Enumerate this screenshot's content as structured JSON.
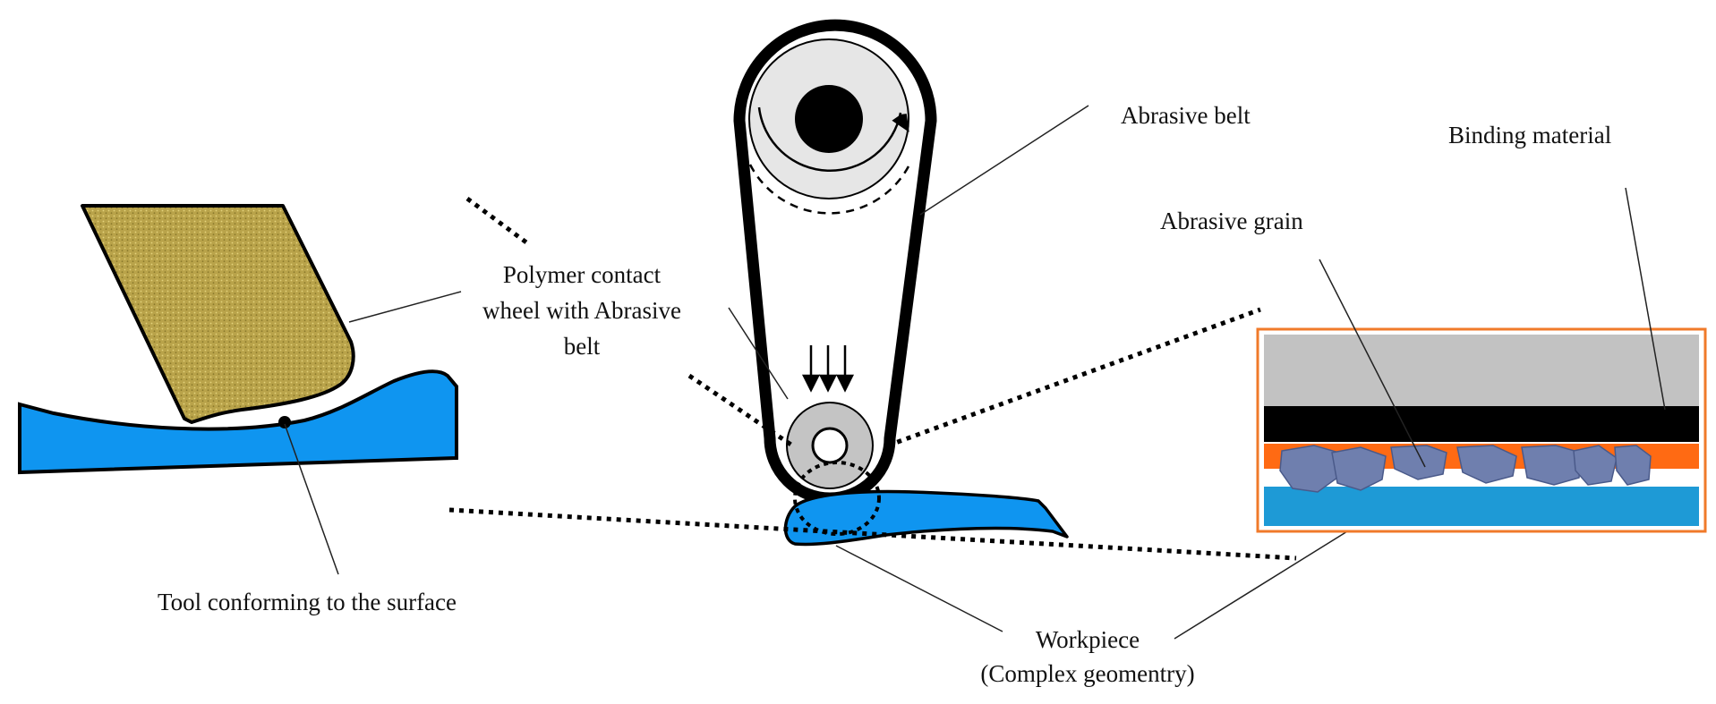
{
  "labels": {
    "abrasive_belt": "Abrasive belt",
    "binding_material": "Binding material",
    "abrasive_grain": "Abrasive grain",
    "polymer_wheel_line1": "Polymer contact",
    "polymer_wheel_line2": "wheel with Abrasive",
    "polymer_wheel_line3": "belt",
    "tool_conforming": "Tool conforming to the surface",
    "workpiece_line1": "Workpiece",
    "workpiece_line2": "(Complex geomentry)"
  },
  "colors": {
    "workpiece_blue": "#0f95f0",
    "tool_gold": "#b7a24a",
    "wheel_grey": "#e6e6e6",
    "contact_wheel_grey": "#c4c4c4",
    "backing_grey": "#c2c2c2",
    "binding_black": "#000000",
    "bond_orange": "#ff6a13",
    "grain_slate": "#6f7fae",
    "substrate_blue": "#1e9ad6",
    "inset_border": "#f07a2a"
  }
}
